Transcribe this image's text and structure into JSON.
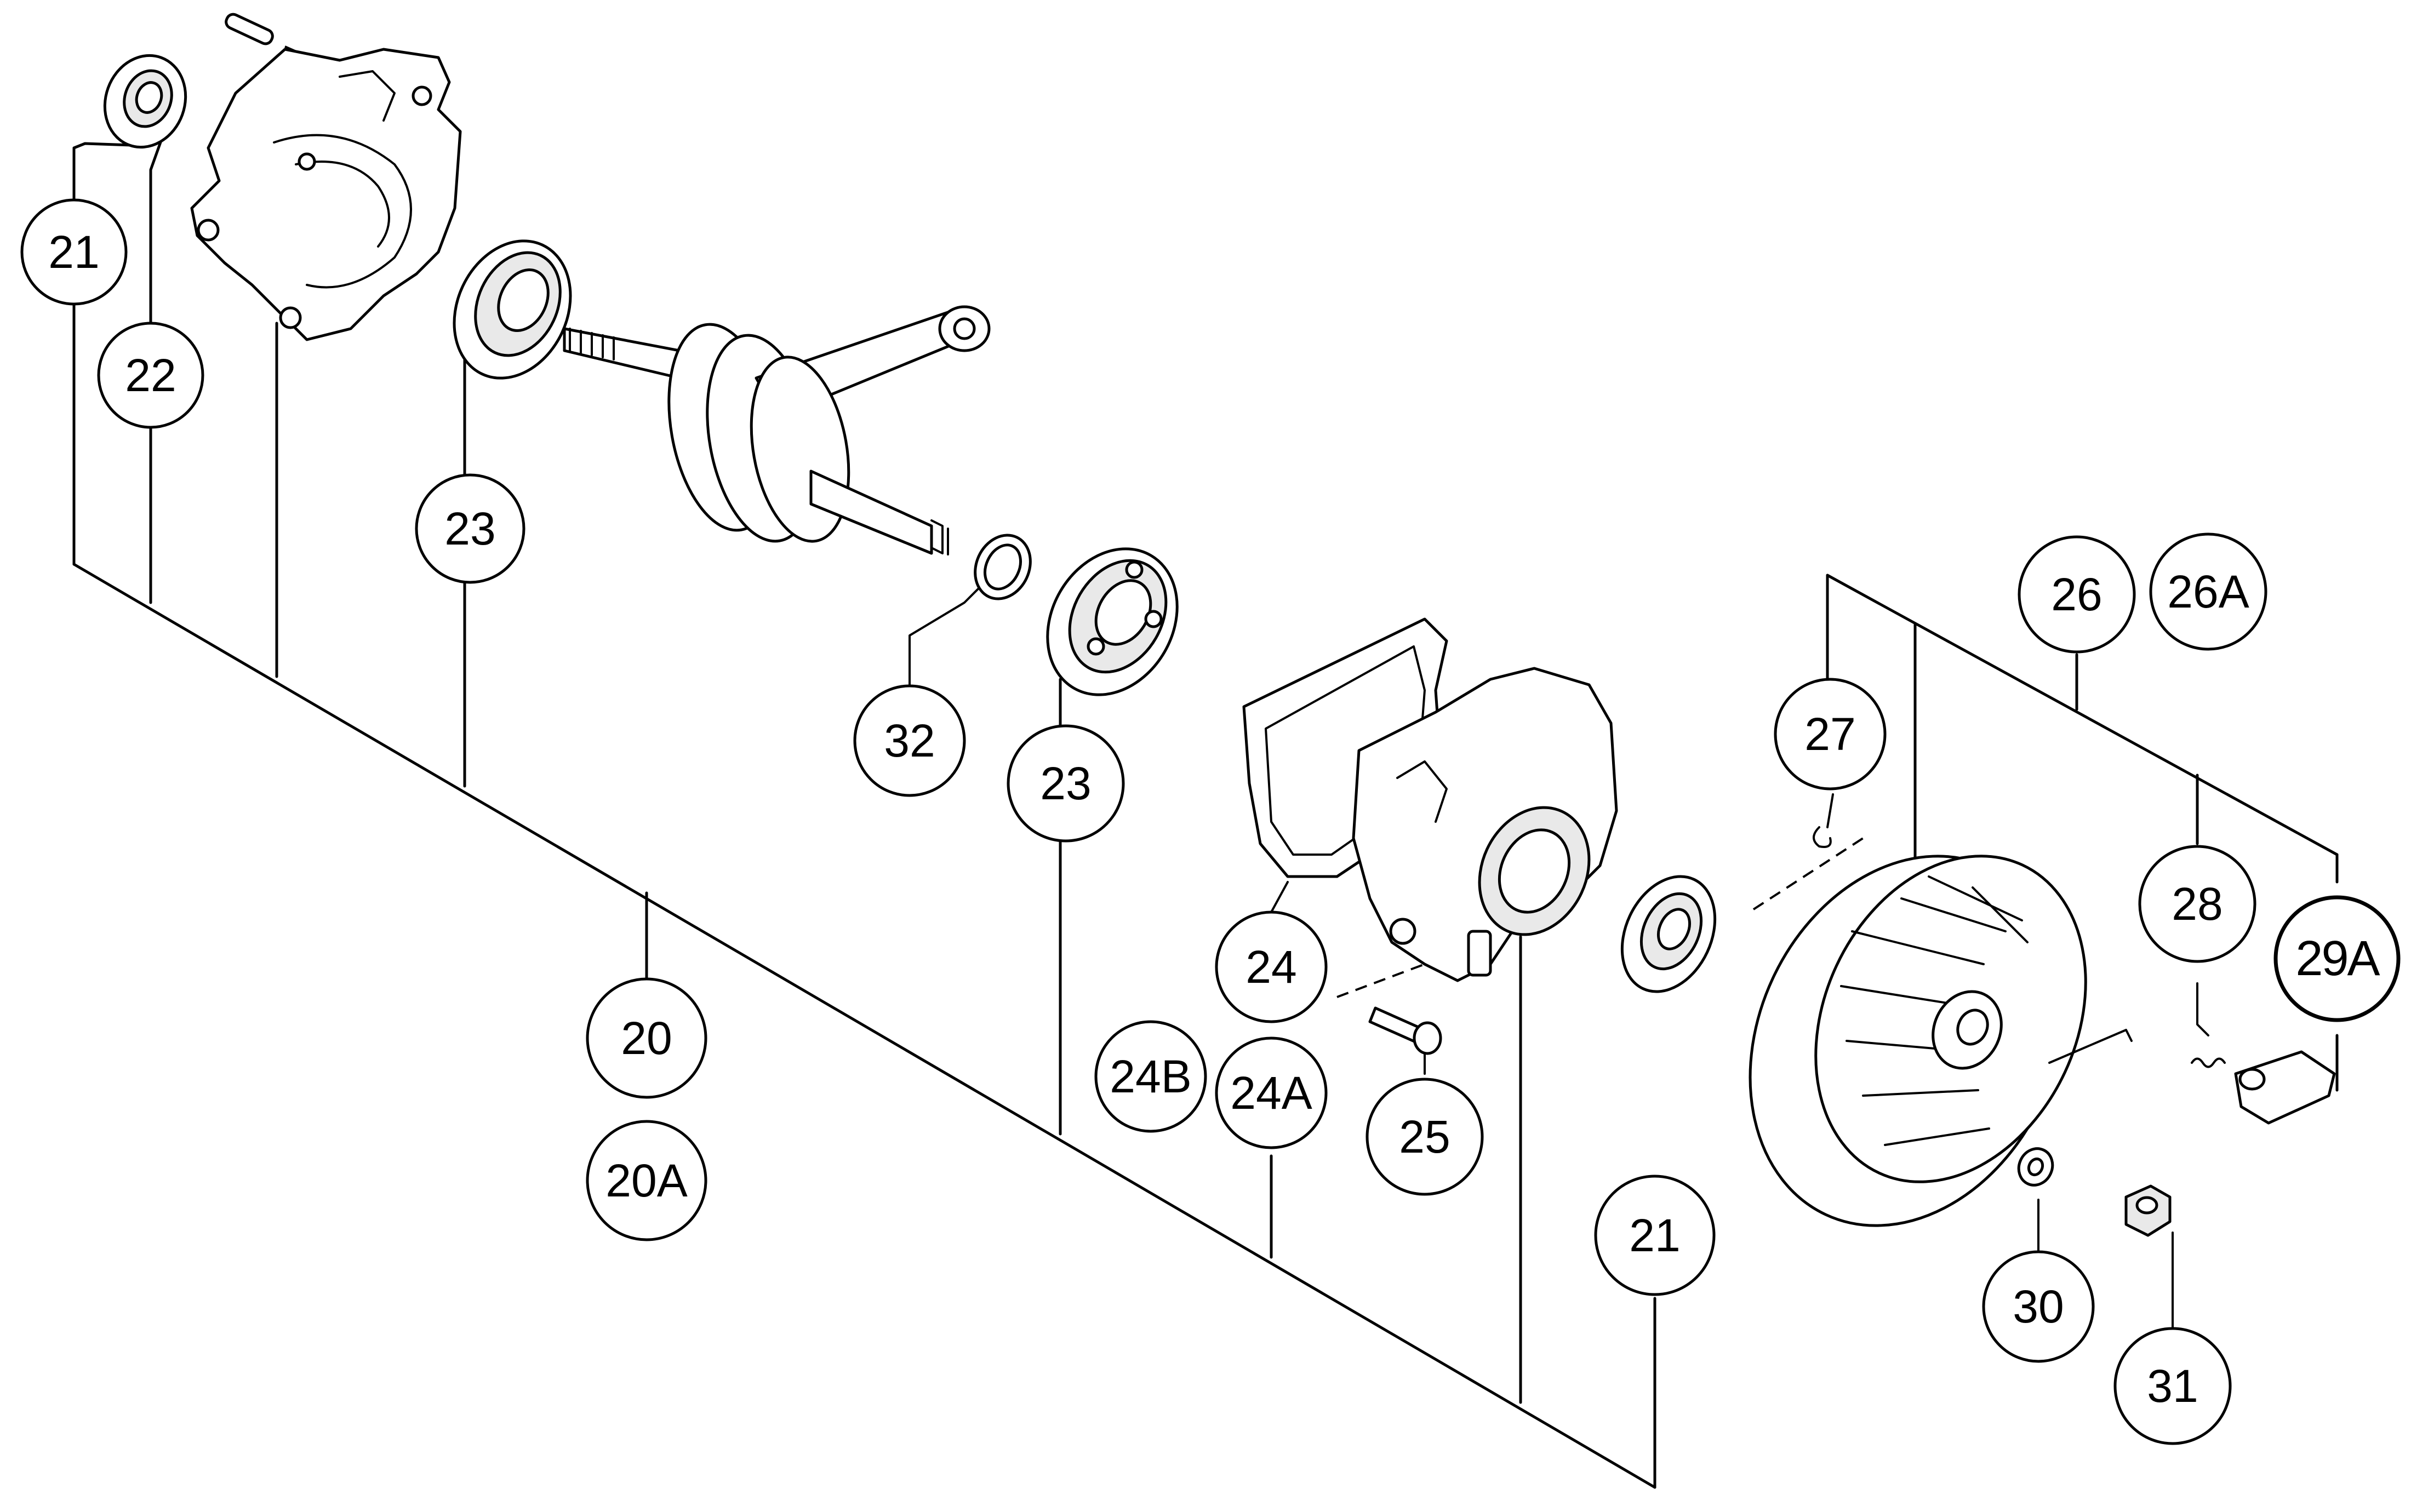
{
  "callouts": {
    "c20": "20",
    "c20A": "20A",
    "c21_top": "21",
    "c21_bottom": "21",
    "c22": "22",
    "c23_left": "23",
    "c23_mid": "23",
    "c24": "24",
    "c24A": "24A",
    "c24B": "24B",
    "c25": "25",
    "c26": "26",
    "c26A": "26A",
    "c27": "27",
    "c28": "28",
    "c29A": "29A",
    "c30": "30",
    "c31": "31",
    "c32": "32"
  }
}
